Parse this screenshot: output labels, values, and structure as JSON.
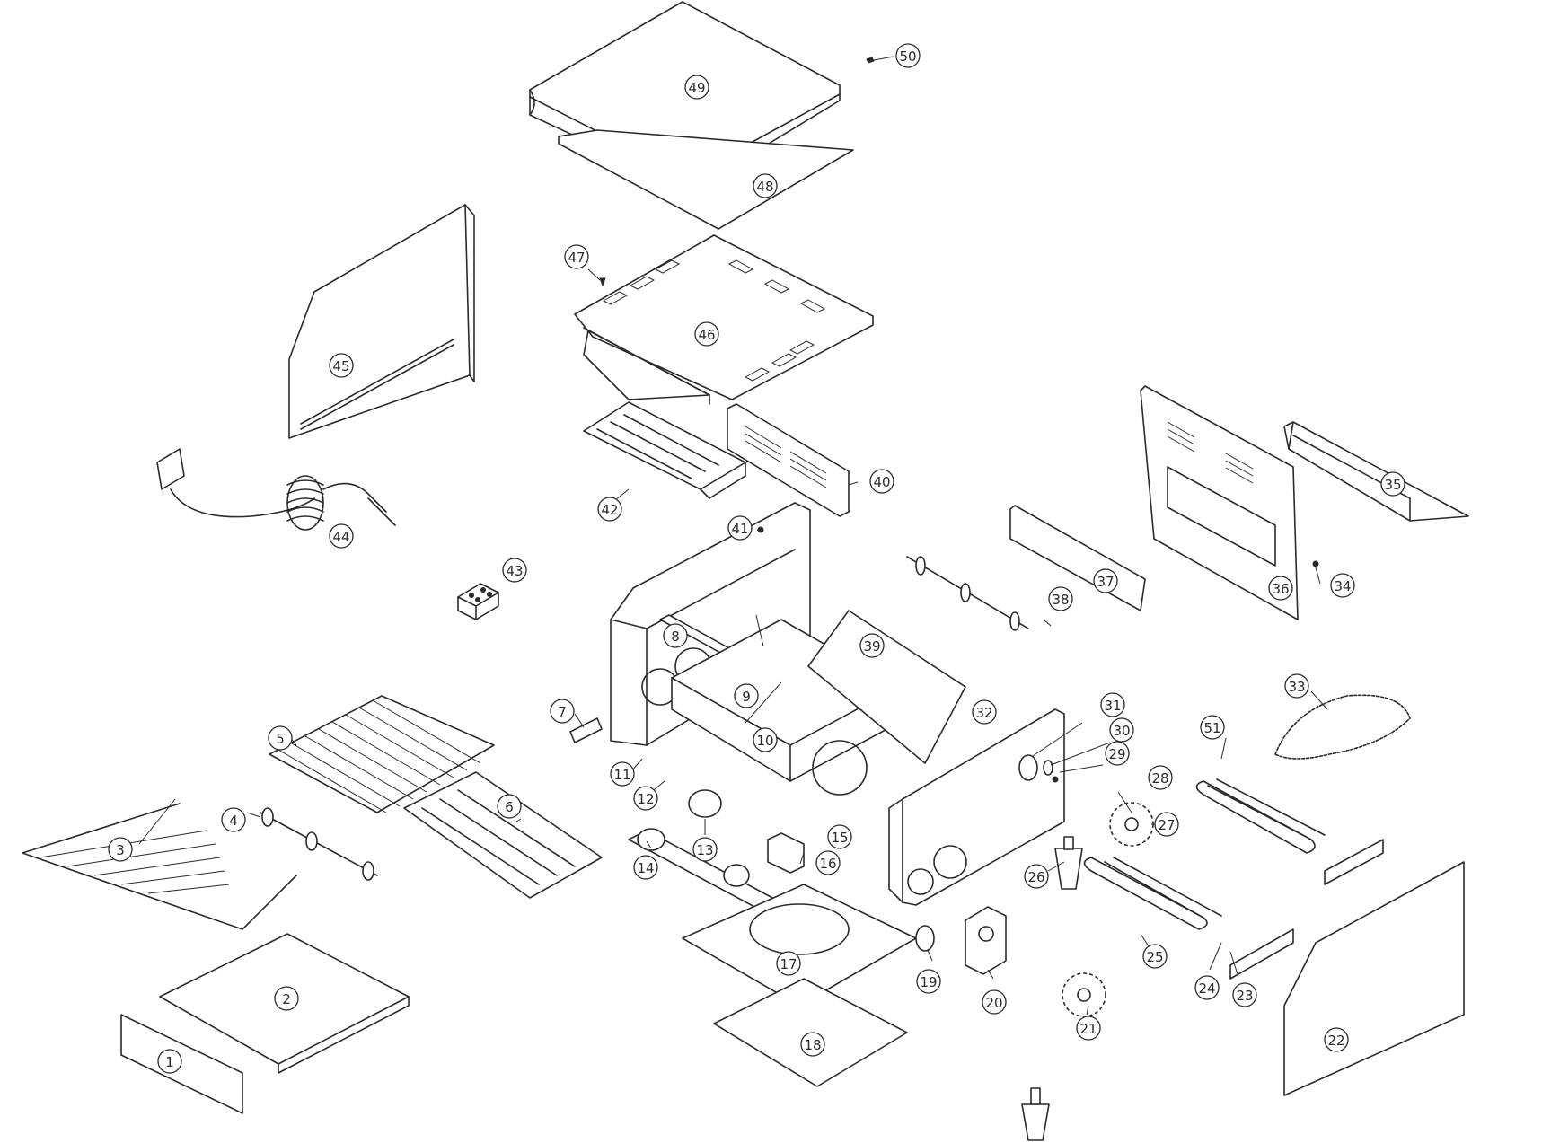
{
  "diagram": {
    "type": "exploded-parts-view",
    "line_color": "#2a2a2a",
    "background": "#ffffff",
    "callouts": [
      "1",
      "2",
      "3",
      "4",
      "5",
      "6",
      "7",
      "8",
      "9",
      "10",
      "11",
      "12",
      "13",
      "14",
      "15",
      "16",
      "17",
      "18",
      "19",
      "20",
      "21",
      "22",
      "23",
      "24",
      "25",
      "26",
      "27",
      "28",
      "29",
      "30",
      "31",
      "32",
      "33",
      "34",
      "35",
      "36",
      "37",
      "38",
      "39",
      "40",
      "41",
      "42",
      "43",
      "44",
      "45",
      "46",
      "47",
      "48",
      "49",
      "50",
      "51"
    ]
  }
}
